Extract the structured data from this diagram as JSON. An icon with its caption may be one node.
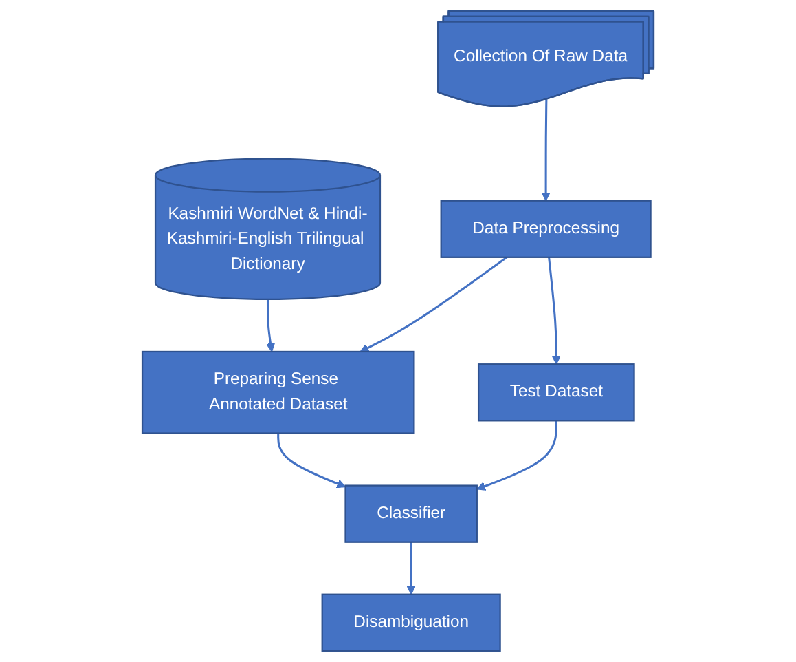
{
  "diagram": {
    "nodes": [
      {
        "text": [
          "Collection Of Raw Data"
        ]
      },
      {
        "text": [
          "Kashmiri WordNet & Hindi-Kashmiri-English Trilingual Dictionary"
        ]
      },
      {
        "text": [
          "Data Preprocessing"
        ]
      },
      {
        "text": [
          "Preparing Sense Annotated Dataset"
        ]
      },
      {
        "text": [
          "Test Dataset"
        ]
      },
      {
        "text": [
          "Classifier"
        ]
      },
      {
        "text": [
          "Disambiguation"
        ]
      }
    ],
    "edges": [
      {
        "from": 0,
        "to": 2,
        "arrow": "to"
      },
      {
        "from": 1,
        "to": 3,
        "arrow": "to"
      },
      {
        "from": 2,
        "to": 3,
        "arrow": "to"
      },
      {
        "from": 2,
        "to": 4,
        "arrow": "to"
      },
      {
        "from": 4,
        "to": 5,
        "arrow": "to"
      },
      {
        "from": 3,
        "to": 5,
        "arrow": "to"
      },
      {
        "from": 5,
        "to": 6,
        "arrow": "to"
      }
    ]
  }
}
